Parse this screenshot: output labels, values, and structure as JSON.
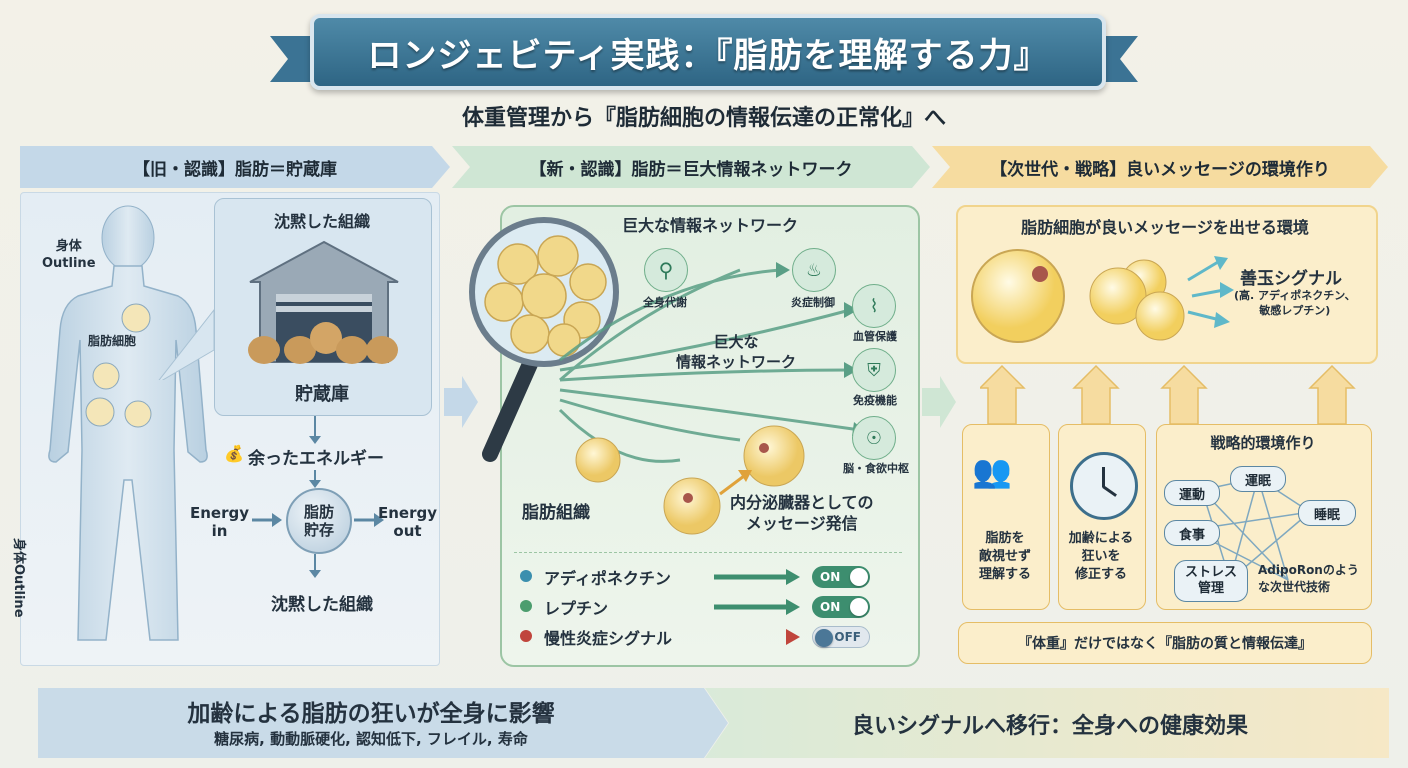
{
  "title": "ロンジェビティ実践：『脂肪を理解する力』",
  "subtitle": "体重管理から『脂肪細胞の情報伝達の正常化』へ",
  "columns": {
    "old": "【旧・認識】脂肪＝貯蔵庫",
    "new": "【新・認識】脂肪＝巨大情報ネットワーク",
    "next": "【次世代・戦略】良いメッセージの環境作り"
  },
  "old_panel": {
    "body_label_top": "身体\nOutline",
    "body_label_side": "身体Outline",
    "fat_cells_label": "脂肪細胞",
    "silent_tissue_top": "沈黙した組織",
    "storehouse": "貯蔵庫",
    "excess_energy": "余ったエネルギー",
    "energy_in": "Energy\nin",
    "fat_storage": "脂肪\n貯存",
    "energy_out": "Energy\nout",
    "silent_tissue_bottom": "沈黙した組織"
  },
  "new_panel": {
    "network_title": "巨大な情報ネットワーク",
    "network_center": "巨大な\n情報ネットワーク",
    "adipose_tissue": "脂肪組織",
    "endocrine": "内分泌臓器としての\nメッセージ発信",
    "targets": [
      "全身代謝",
      "炎症制御",
      "血管保護",
      "免疫機能",
      "脳・食欲中枢"
    ],
    "signals": [
      {
        "name": "アディポネクチン",
        "state": "ON",
        "color": "#3b8fae"
      },
      {
        "name": "レプチン",
        "state": "ON",
        "color": "#4c9d6e"
      },
      {
        "name": "慢性炎症シグナル",
        "state": "OFF",
        "color": "#c0453c"
      }
    ]
  },
  "next_panel": {
    "env_title": "脂肪細胞が良いメッセージを出せる環境",
    "good_signal": "善玉シグナル",
    "good_signal_note": "(高. アディポネクチン、\n敏感レプチン)",
    "card1": "脂肪を\n敵視せず\n理解する",
    "card2": "加齢による\n狂いを\n修正する",
    "strategy_title": "戦略的環境作り",
    "strategy_tags": [
      "運動",
      "運眠",
      "睡眠",
      "食事",
      "ストレス\n管理",
      "AdipoRonのよう\nな次世代技術"
    ],
    "quality_note": "『体重』だけではなく『脂肪の質と情報伝達』"
  },
  "bottom": {
    "left_main": "加齢による脂肪の狂いが全身に影響",
    "left_sub": "糖尿病, 動動脈硬化, 認知低下, フレイル, 寿命",
    "right_main": "良いシグナルへ移行：全身への健康効果"
  }
}
